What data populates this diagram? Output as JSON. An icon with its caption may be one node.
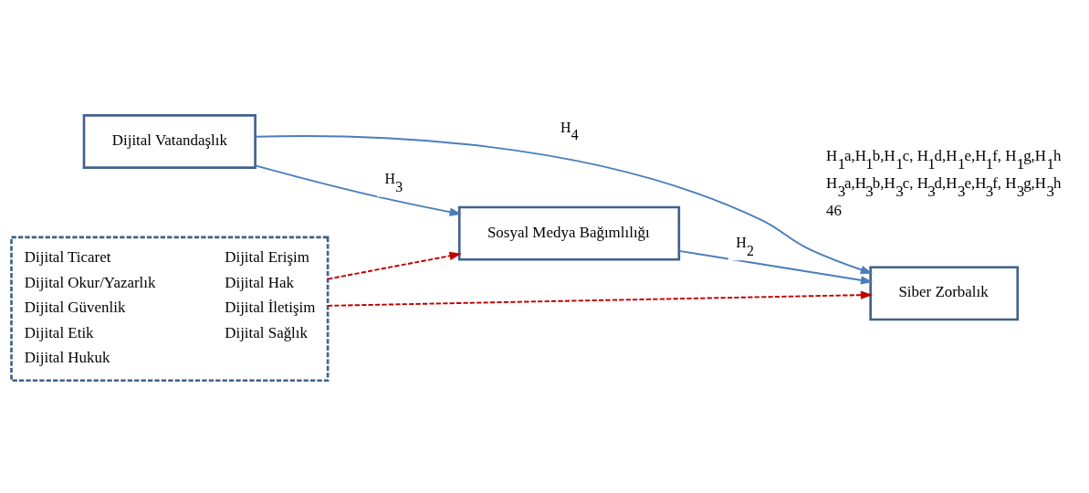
{
  "diagram": {
    "nodes": [
      {
        "text": [
          "Sosyal Medya Bağımlılığı"
        ]
      },
      {
        "text": [
          "Dijital Vatandaşlık"
        ]
      },
      {
        "text": [
          "Siber Zorbalık"
        ]
      },
      {
        "text": [
          "Dijital Ticaret",
          "Dijital Erişim",
          "Dijital Okur/Yazarlık",
          "Dijital Hak",
          "Dijital Güvenlik",
          "Dijital İletişim",
          "Dijital Etik",
          "Dijital Sağlık",
          "Dijital Hukuk"
        ]
      }
    ],
    "edges": [
      {
        "from": 1,
        "to": 0,
        "arrow": "to",
        "label": "H$_{3}$"
      },
      {
        "from": 0,
        "to": 2,
        "arrow": "to",
        "label": "H$_{2}$"
      },
      {
        "from": 1,
        "to": 2,
        "arrow": "to",
        "label": "H$_{4}$"
      },
      {
        "from": 3,
        "to": 0,
        "arrow": "to",
        "style": "dashed",
        "color": "#c00000"
      },
      {
        "from": 3,
        "to": 2,
        "arrow": "to",
        "style": "dashed",
        "color": "#c00000"
      }
    ],
    "labels": [
      "H$_{1}$a,H$_{1}$b,H$_{1}$c, H$_{1}$d,H$_{1}$e,H$_{1}$f, H$_{1}$g,H$_{1}$h",
      "H$_{3}$a,H$_{3}$b,H$_{3}$c, H$_{3}$d,H$_{3}$e,H$_{3}$f, H$_{3}$g,H$_{3}$h",
      "46"
    ]
  }
}
